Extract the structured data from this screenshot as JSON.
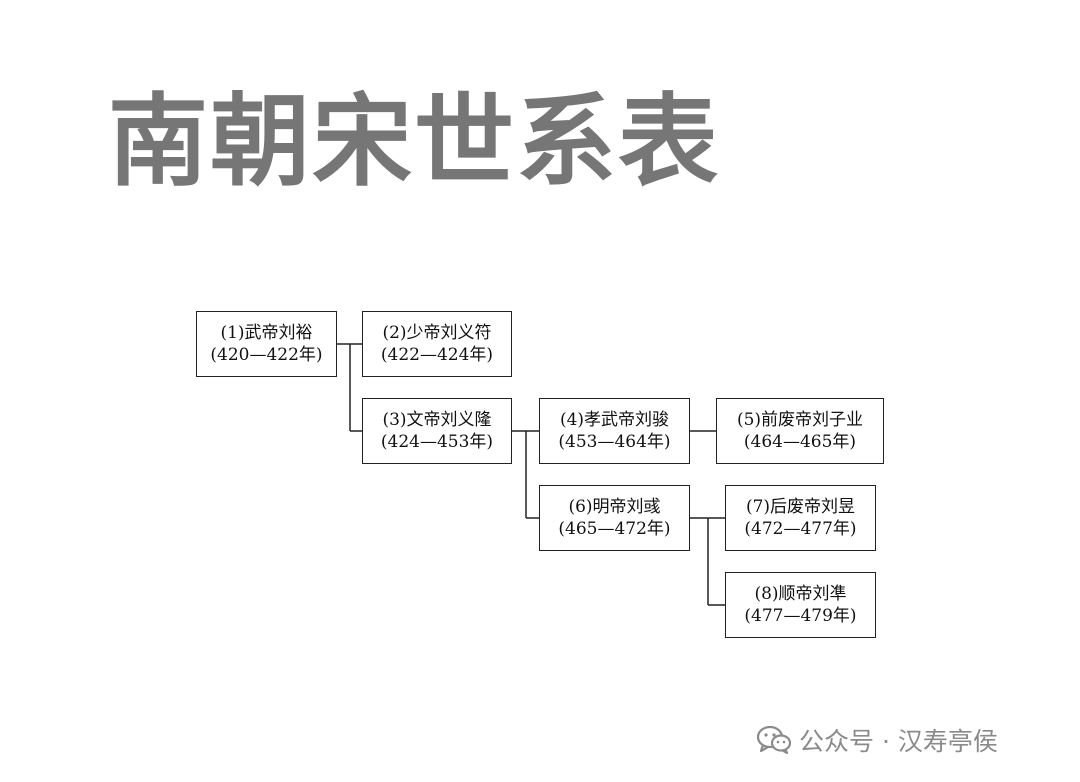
{
  "title": "南朝宋世系表",
  "nodes": [
    {
      "id": "n1",
      "name": "(1)武帝刘裕",
      "years": "(420—422年)"
    },
    {
      "id": "n2",
      "name": "(2)少帝刘义符",
      "years": "(422—424年)"
    },
    {
      "id": "n3",
      "name": "(3)文帝刘义隆",
      "years": "(424—453年)"
    },
    {
      "id": "n4",
      "name": "(4)孝武帝刘骏",
      "years": "(453—464年)"
    },
    {
      "id": "n5",
      "name": "(5)前废帝刘子业",
      "years": "(464—465年)"
    },
    {
      "id": "n6",
      "name": "(6)明帝刘彧",
      "years": "(465—472年)"
    },
    {
      "id": "n7",
      "name": "(7)后废帝刘昱",
      "years": "(472—477年)"
    },
    {
      "id": "n8",
      "name": "(8)顺帝刘凖",
      "years": "(477—479年)"
    }
  ],
  "edges": [
    {
      "from": "n1",
      "to": "n2"
    },
    {
      "from": "n1",
      "to": "n3"
    },
    {
      "from": "n3",
      "to": "n4"
    },
    {
      "from": "n3",
      "to": "n6"
    },
    {
      "from": "n4",
      "to": "n5"
    },
    {
      "from": "n6",
      "to": "n7"
    },
    {
      "from": "n6",
      "to": "n8"
    }
  ],
  "watermark": {
    "text": "公众号 · 汉寿亭侯",
    "icon": "wechat-icon"
  }
}
